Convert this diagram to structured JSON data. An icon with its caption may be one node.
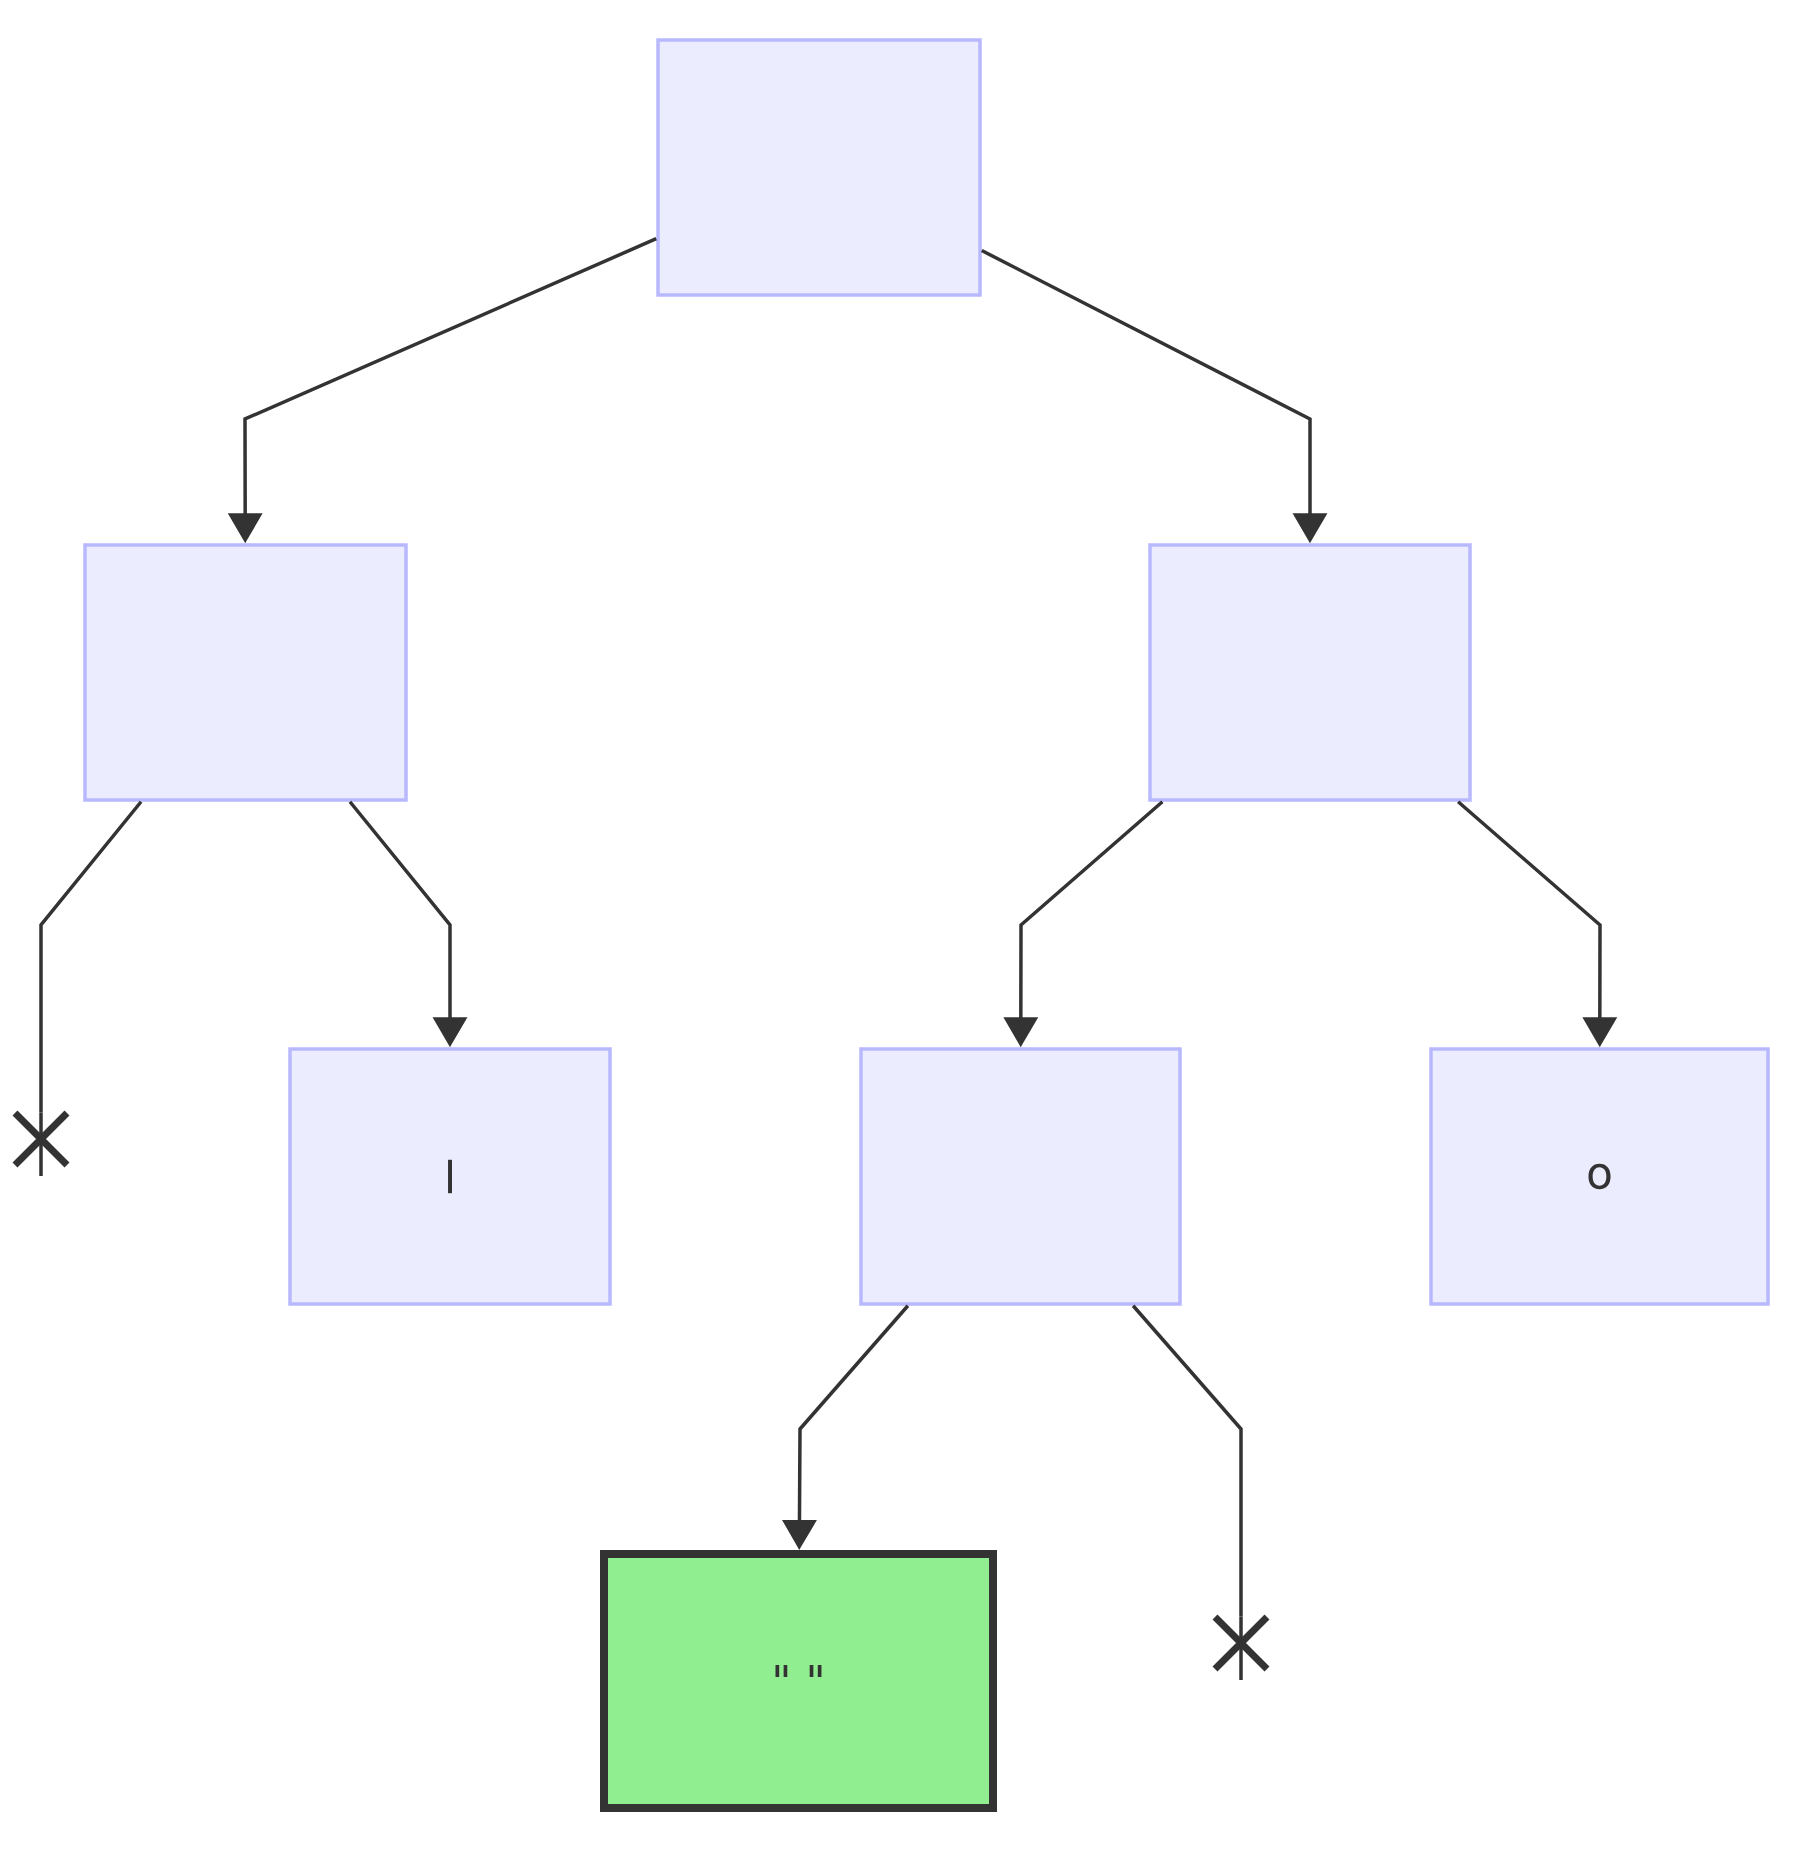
{
  "diagram": {
    "nodes": [
      {
        "text": [],
        "shape": "box"
      },
      {
        "text": [],
        "shape": "box"
      },
      {
        "text": [],
        "shape": "box"
      },
      {
        "text": [],
        "shape": "cross"
      },
      {
        "text": [
          "l"
        ]
      },
      {
        "text": [],
        "shape": "box"
      },
      {
        "text": [
          "o"
        ]
      },
      {
        "text": [
          "\" \""
        ]
      },
      {
        "text": [],
        "shape": "cross"
      }
    ],
    "edges": [
      {
        "from": 0,
        "to": 1,
        "arrow": "to"
      },
      {
        "from": 0,
        "to": 2,
        "arrow": "to"
      },
      {
        "from": 1,
        "to": 3,
        "arrow": "none"
      },
      {
        "from": 1,
        "to": 4,
        "arrow": "to"
      },
      {
        "from": 2,
        "to": 5,
        "arrow": "to"
      },
      {
        "from": 2,
        "to": 6,
        "arrow": "to"
      },
      {
        "from": 5,
        "to": 7,
        "arrow": "to"
      },
      {
        "from": 5,
        "to": 8,
        "arrow": "none"
      }
    ]
  }
}
